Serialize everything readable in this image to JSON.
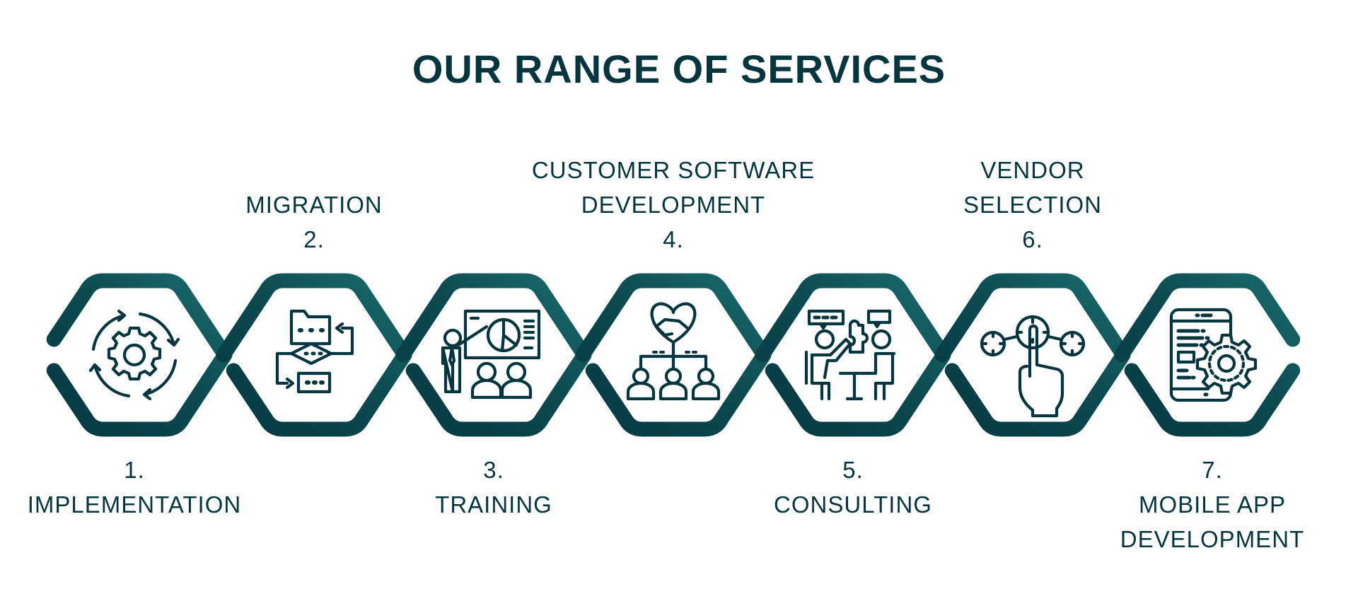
{
  "title": "OUR RANGE OF SERVICES",
  "colors": {
    "text": "#06363d",
    "hex_dark": "#073b41",
    "hex_light": "#1a6b6b",
    "background": "#ffffff"
  },
  "services": [
    {
      "number": "1.",
      "label": "IMPLEMENTATION",
      "label_position": "below",
      "icon": "gear-cycle-icon"
    },
    {
      "number": "2.",
      "label": "MIGRATION",
      "label_position": "above",
      "icon": "data-migration-flow-icon"
    },
    {
      "number": "3.",
      "label": "TRAINING",
      "label_position": "below",
      "icon": "presentation-training-icon"
    },
    {
      "number": "4.",
      "label": "CUSTOMER SOFTWARE\nDEVELOPMENT",
      "label_position": "above",
      "icon": "handshake-team-icon"
    },
    {
      "number": "5.",
      "label": "CONSULTING",
      "label_position": "below",
      "icon": "meeting-puzzle-icon"
    },
    {
      "number": "6.",
      "label": "VENDOR\nSELECTION",
      "label_position": "above",
      "icon": "touch-select-icon"
    },
    {
      "number": "7.",
      "label": "MOBILE APP\nDEVELOPMENT",
      "label_position": "below",
      "icon": "mobile-settings-icon"
    }
  ]
}
